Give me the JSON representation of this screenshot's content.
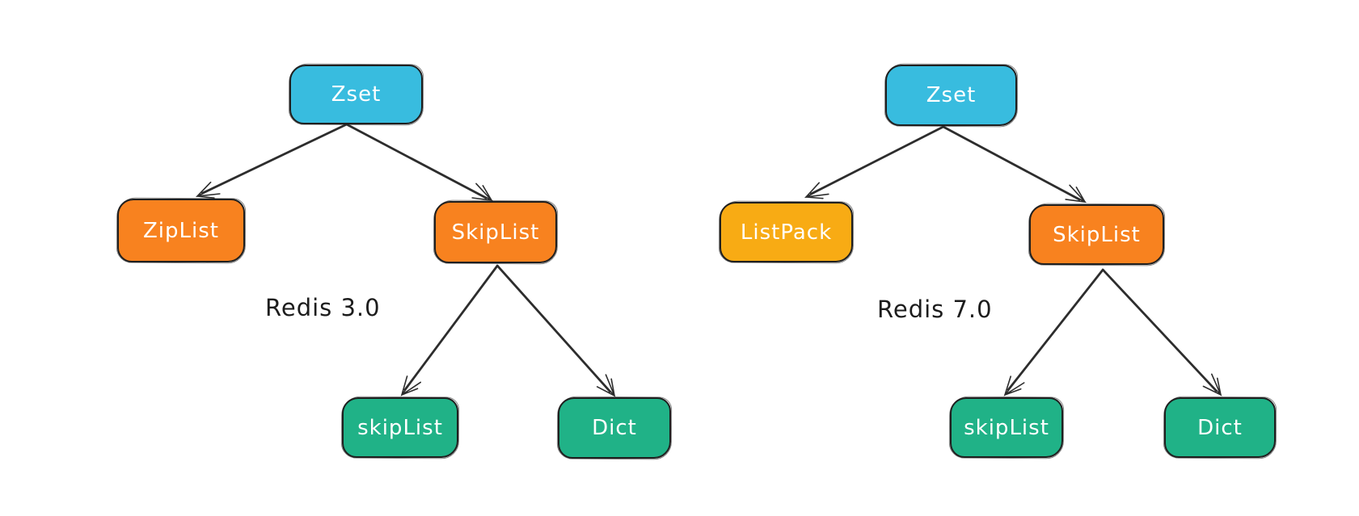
{
  "canvas": {
    "background": "#ffffff",
    "ink": "#1f1f1f",
    "arrow_color": "#2d2d2d"
  },
  "trees": [
    {
      "caption": "Redis 3.0",
      "nodes": [
        {
          "id": "zset",
          "label": "Zset",
          "color": "#38bcdf"
        },
        {
          "id": "ziplist",
          "label": "ZipList",
          "color": "#f8821f"
        },
        {
          "id": "skiplist",
          "label": "SkipList",
          "color": "#f8821f"
        },
        {
          "id": "skiplist-impl",
          "label": "skipList",
          "color": "#20b287"
        },
        {
          "id": "dict",
          "label": "Dict",
          "color": "#20b287"
        }
      ],
      "edges": [
        [
          "Zset",
          "ZipList"
        ],
        [
          "Zset",
          "SkipList"
        ],
        [
          "SkipList",
          "skipList"
        ],
        [
          "SkipList",
          "Dict"
        ]
      ]
    },
    {
      "caption": "Redis 7.0",
      "nodes": [
        {
          "id": "zset",
          "label": "Zset",
          "color": "#38bcdf"
        },
        {
          "id": "listpack",
          "label": "ListPack",
          "color": "#f8ab14"
        },
        {
          "id": "skiplist",
          "label": "SkipList",
          "color": "#f8821f"
        },
        {
          "id": "skiplist-impl",
          "label": "skipList",
          "color": "#20b287"
        },
        {
          "id": "dict",
          "label": "Dict",
          "color": "#20b287"
        }
      ],
      "edges": [
        [
          "Zset",
          "ListPack"
        ],
        [
          "Zset",
          "SkipList"
        ],
        [
          "SkipList",
          "skipList"
        ],
        [
          "SkipList",
          "Dict"
        ]
      ]
    }
  ]
}
